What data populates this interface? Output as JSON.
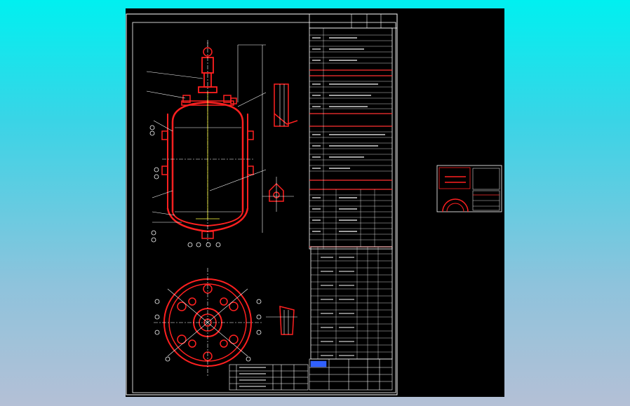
{
  "viewer": {
    "background_top": "#00f0f0",
    "background_bottom": "#b4c0d6",
    "canvas_color": "#000000"
  },
  "drawing": {
    "line_colors": {
      "vessel": "#ff2020",
      "frame": "#ffffff",
      "table_accent": "#ff3030",
      "highlight": "#ffff40",
      "title_block_accent": "#3060ff"
    },
    "views": [
      "elevation-view",
      "plan-view",
      "detail-views",
      "thumbnail-preview"
    ]
  }
}
